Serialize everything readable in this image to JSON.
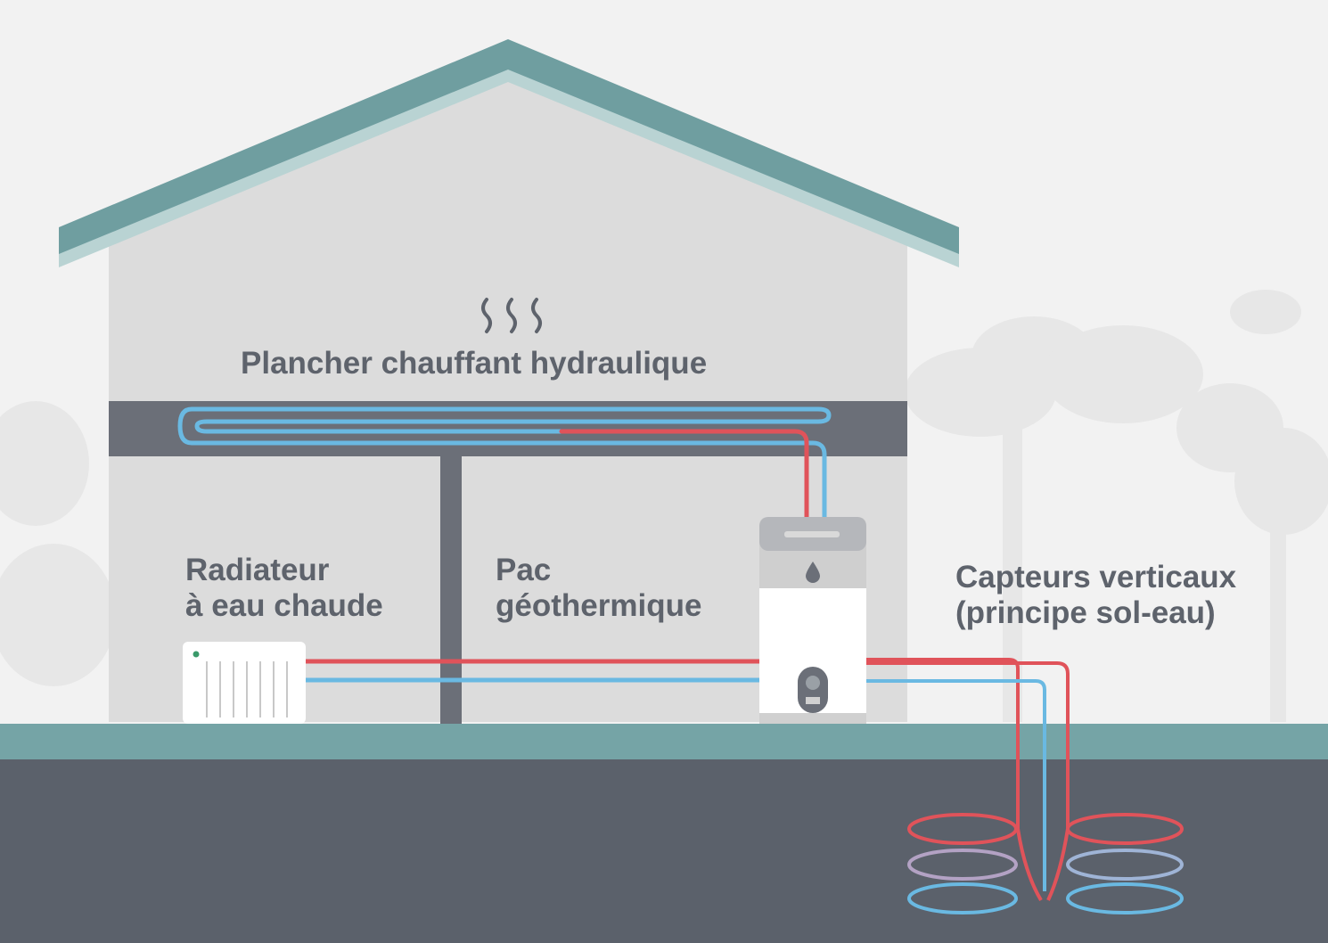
{
  "labels": {
    "floor_heating": "Plancher chauffant hydraulique",
    "radiator": [
      "Radiateur",
      "à eau chaude"
    ],
    "heat_pump": [
      "Pac",
      "géothermique"
    ],
    "vertical_collectors": [
      "Capteurs verticaux",
      "(principe sol-eau)"
    ]
  },
  "icons": {
    "heat_waves": "heat-waves-icon",
    "water_drop": "water-drop-icon",
    "control_panel": "control-panel-icon"
  },
  "colors": {
    "background": "#f2f2f2",
    "roof": "#6f9ea0",
    "roof_shadow": "#b9d3d3",
    "wall": "#dcdcdc",
    "floor_slab": "#6b6f78",
    "ground_surface": "#75a4a6",
    "underground": "#5b616b",
    "hot_pipe": "#e0535a",
    "cold_pipe": "#6ab9e2",
    "text": "#5e636c",
    "trees": "#e6e6e6"
  }
}
